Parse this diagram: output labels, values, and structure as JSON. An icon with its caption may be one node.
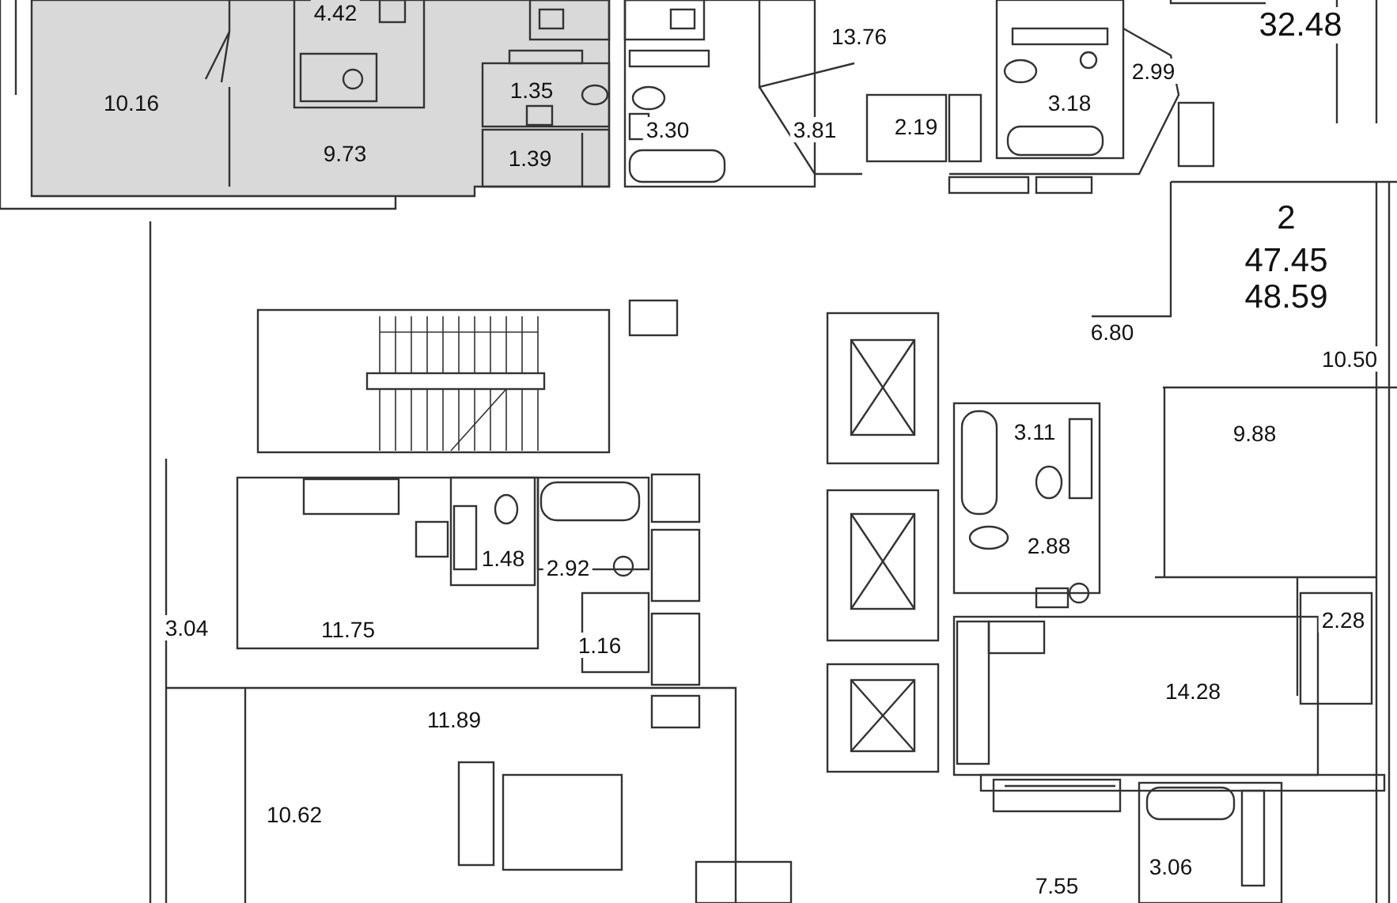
{
  "diagram": {
    "labels": [
      "4.42",
      "32.48",
      "13.76",
      "10.16",
      "1.35",
      "3.30",
      "3.81",
      "2.19",
      "3.18",
      "2.99",
      "9.73",
      "1.39",
      "2",
      "47.45",
      "48.59",
      "6.80",
      "10.50",
      "3.11",
      "9.88",
      "1.48",
      "2.92",
      "2.88",
      "3.04",
      "11.75",
      "1.16",
      "2.28",
      "14.28",
      "11.89",
      "10.62",
      "3.06",
      "7.55"
    ]
  }
}
